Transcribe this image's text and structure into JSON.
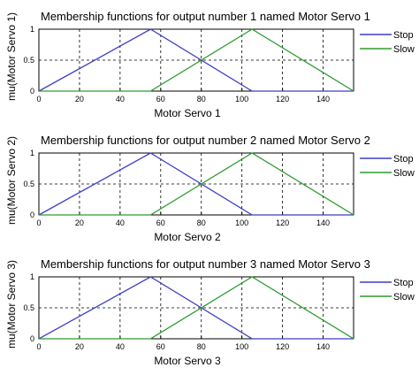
{
  "chart_data": [
    {
      "type": "line",
      "title": "Membership functions for output number 1 named Motor Servo 1",
      "xlabel": "Motor Servo 1",
      "ylabel": "mu(Motor Servo 1)",
      "xlim": [
        0,
        155
      ],
      "ylim": [
        0,
        1
      ],
      "x_ticks": [
        "0",
        "20",
        "40",
        "60",
        "80",
        "100",
        "120",
        "140"
      ],
      "y_ticks": [
        "0",
        "0.5",
        "1"
      ],
      "grid": true,
      "legend_position": "right",
      "series": [
        {
          "name": "Stop",
          "color": "#3f3fc8",
          "x": [
            0,
            55,
            105,
            155
          ],
          "y": [
            0,
            1,
            0,
            0
          ]
        },
        {
          "name": "Slow",
          "color": "#2e9c2e",
          "x": [
            0,
            55,
            105,
            155
          ],
          "y": [
            0,
            0,
            1,
            0
          ]
        }
      ]
    },
    {
      "type": "line",
      "title": "Membership functions for output number 2 named Motor Servo 2",
      "xlabel": "Motor Servo 2",
      "ylabel": "mu(Motor Servo 2)",
      "xlim": [
        0,
        155
      ],
      "ylim": [
        0,
        1
      ],
      "x_ticks": [
        "0",
        "20",
        "40",
        "60",
        "80",
        "100",
        "120",
        "140"
      ],
      "y_ticks": [
        "0",
        "0.5",
        "1"
      ],
      "grid": true,
      "legend_position": "right",
      "series": [
        {
          "name": "Stop",
          "color": "#3f3fc8",
          "x": [
            0,
            55,
            105,
            155
          ],
          "y": [
            0,
            1,
            0,
            0
          ]
        },
        {
          "name": "Slow",
          "color": "#2e9c2e",
          "x": [
            0,
            55,
            105,
            155
          ],
          "y": [
            0,
            0,
            1,
            0
          ]
        }
      ]
    },
    {
      "type": "line",
      "title": "Membership functions for output number 3 named Motor Servo 3",
      "xlabel": "Motor Servo 3",
      "ylabel": "mu(Motor Servo 3)",
      "xlim": [
        0,
        155
      ],
      "ylim": [
        0,
        1
      ],
      "x_ticks": [
        "0",
        "20",
        "40",
        "60",
        "80",
        "100",
        "120",
        "140"
      ],
      "y_ticks": [
        "0",
        "0.5",
        "1"
      ],
      "grid": true,
      "legend_position": "right",
      "series": [
        {
          "name": "Stop",
          "color": "#3f3fc8",
          "x": [
            0,
            55,
            105,
            155
          ],
          "y": [
            0,
            1,
            0,
            0
          ]
        },
        {
          "name": "Slow",
          "color": "#2e9c2e",
          "x": [
            0,
            55,
            105,
            155
          ],
          "y": [
            0,
            0,
            1,
            0
          ]
        }
      ]
    }
  ]
}
